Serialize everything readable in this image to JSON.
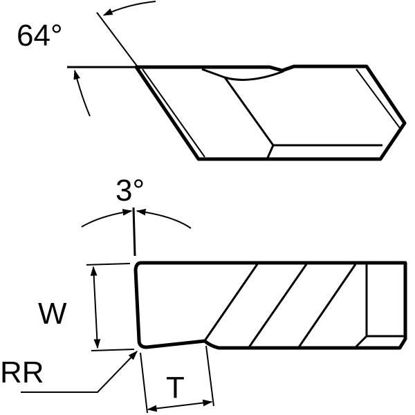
{
  "diagram": {
    "type": "technical-drawing",
    "subject": "parting/grooving insert, top and side views",
    "colors": {
      "line": "#000000",
      "background": "#ffffff"
    },
    "top_view": {
      "angle_label": "64°"
    },
    "side_view": {
      "clearance_angle_label": "3°",
      "width_label": "W",
      "corner_radius_label": "RR",
      "thickness_label": "T"
    }
  }
}
